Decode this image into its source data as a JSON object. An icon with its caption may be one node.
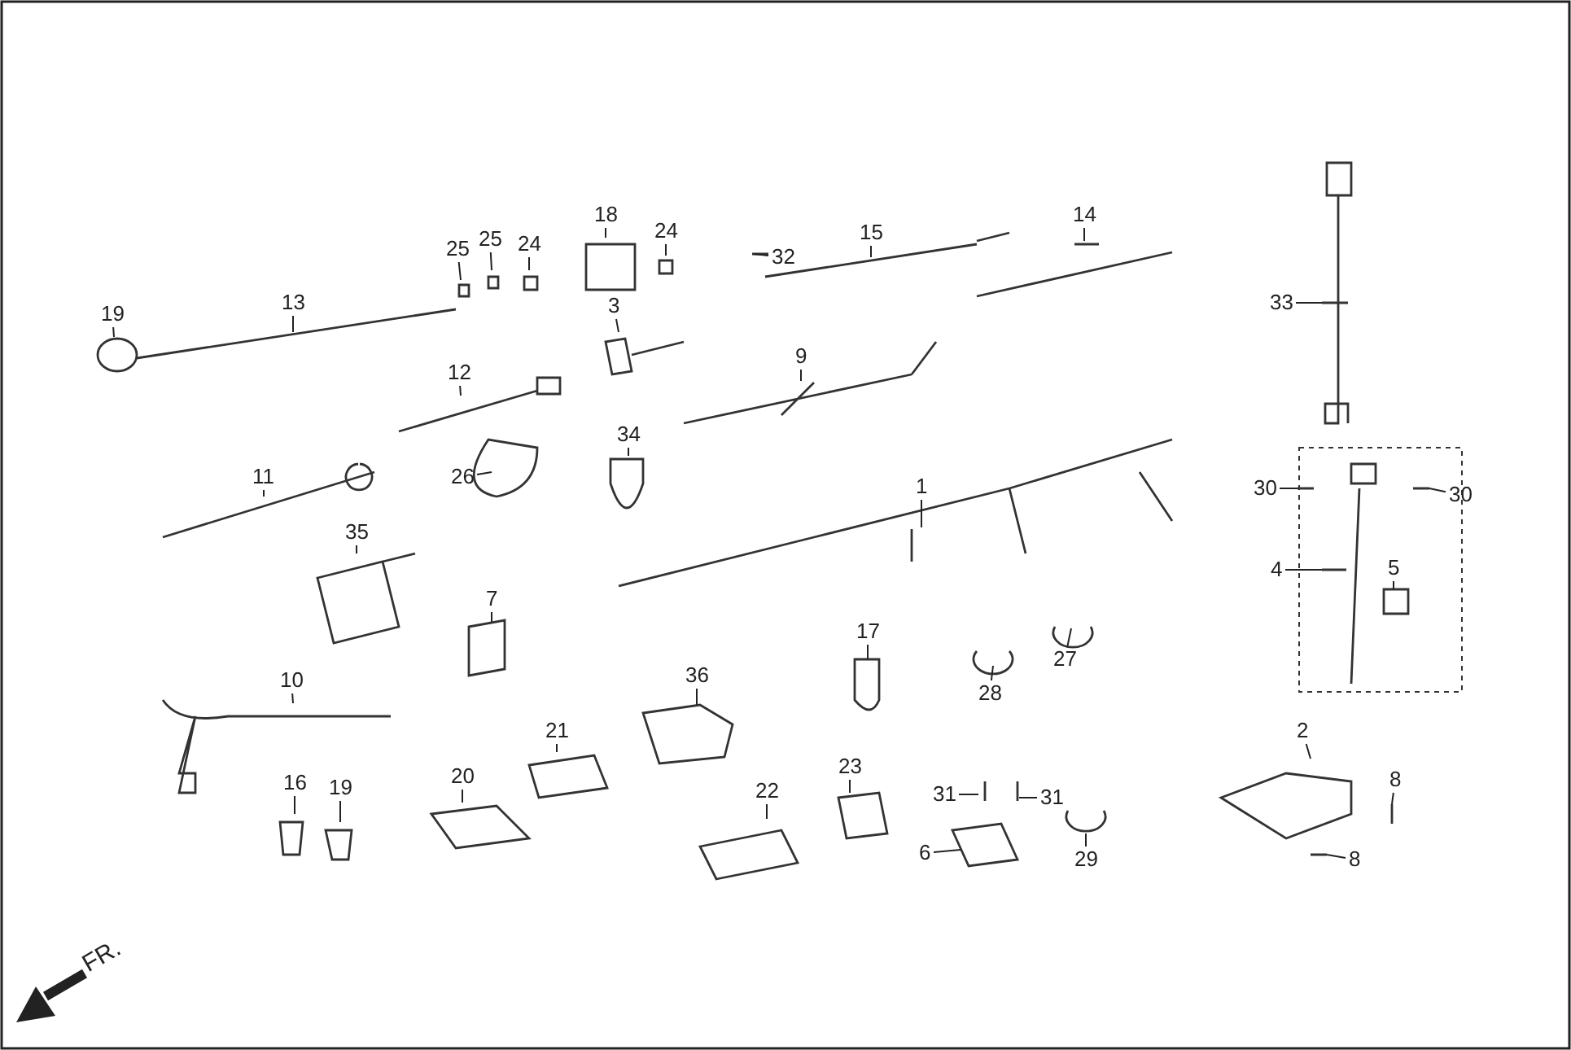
{
  "diagram": {
    "nodes": [
      {
        "text": [
          "19"
        ]
      },
      {
        "text": [
          "13"
        ]
      },
      {
        "text": [
          "25"
        ]
      },
      {
        "text": [
          "25"
        ]
      },
      {
        "text": [
          "24"
        ]
      },
      {
        "text": [
          "18"
        ]
      },
      {
        "text": [
          "24"
        ]
      },
      {
        "text": [
          "3"
        ]
      },
      {
        "text": [
          "32"
        ]
      },
      {
        "text": [
          "15"
        ]
      },
      {
        "text": [
          "14"
        ]
      },
      {
        "text": [
          "9"
        ]
      },
      {
        "text": [
          "12"
        ]
      },
      {
        "text": [
          "26"
        ]
      },
      {
        "text": [
          "34"
        ]
      },
      {
        "text": [
          "11"
        ]
      },
      {
        "text": [
          "35"
        ]
      },
      {
        "text": [
          "7"
        ]
      },
      {
        "text": [
          "1"
        ]
      },
      {
        "text": [
          "10"
        ]
      },
      {
        "text": [
          "16"
        ]
      },
      {
        "text": [
          "19"
        ]
      },
      {
        "text": [
          "20"
        ]
      },
      {
        "text": [
          "21"
        ]
      },
      {
        "text": [
          "36"
        ]
      },
      {
        "text": [
          "17"
        ]
      },
      {
        "text": [
          "28"
        ]
      },
      {
        "text": [
          "27"
        ]
      },
      {
        "text": [
          "22"
        ]
      },
      {
        "text": [
          "23"
        ]
      },
      {
        "text": [
          "31"
        ]
      },
      {
        "text": [
          "31"
        ]
      },
      {
        "text": [
          "6"
        ]
      },
      {
        "text": [
          "29"
        ]
      },
      {
        "text": [
          "33"
        ]
      },
      {
        "text": [
          "30"
        ]
      },
      {
        "text": [
          "30"
        ]
      },
      {
        "text": [
          "4"
        ]
      },
      {
        "text": [
          "5"
        ]
      },
      {
        "text": [
          "2"
        ]
      },
      {
        "text": [
          "8"
        ]
      },
      {
        "text": [
          "8"
        ]
      }
    ],
    "edges": [
      {
        "from": 0,
        "to": null,
        "arrow": "none"
      },
      {
        "from": 1,
        "to": null,
        "arrow": "none"
      },
      {
        "from": 2,
        "to": null,
        "arrow": "none"
      },
      {
        "from": 3,
        "to": null,
        "arrow": "none"
      },
      {
        "from": 4,
        "to": null,
        "arrow": "none"
      },
      {
        "from": 5,
        "to": null,
        "arrow": "none"
      },
      {
        "from": 6,
        "to": null,
        "arrow": "none"
      },
      {
        "from": 7,
        "to": null,
        "arrow": "none"
      },
      {
        "from": 8,
        "to": null,
        "arrow": "none"
      },
      {
        "from": 9,
        "to": null,
        "arrow": "none"
      },
      {
        "from": 10,
        "to": null,
        "arrow": "none"
      },
      {
        "from": 11,
        "to": null,
        "arrow": "none"
      },
      {
        "from": 12,
        "to": null,
        "arrow": "none"
      },
      {
        "from": 13,
        "to": null,
        "arrow": "none"
      },
      {
        "from": 14,
        "to": null,
        "arrow": "none"
      },
      {
        "from": 15,
        "to": null,
        "arrow": "none"
      },
      {
        "from": 16,
        "to": null,
        "arrow": "none"
      },
      {
        "from": 17,
        "to": null,
        "arrow": "none"
      },
      {
        "from": 18,
        "to": null,
        "arrow": "none"
      },
      {
        "from": 19,
        "to": null,
        "arrow": "none"
      },
      {
        "from": 20,
        "to": null,
        "arrow": "none"
      },
      {
        "from": 21,
        "to": null,
        "arrow": "none"
      },
      {
        "from": 22,
        "to": null,
        "arrow": "none"
      },
      {
        "from": 23,
        "to": null,
        "arrow": "none"
      },
      {
        "from": 24,
        "to": null,
        "arrow": "none"
      },
      {
        "from": 25,
        "to": null,
        "arrow": "none"
      },
      {
        "from": 26,
        "to": null,
        "arrow": "none"
      },
      {
        "from": 27,
        "to": null,
        "arrow": "none"
      },
      {
        "from": 28,
        "to": null,
        "arrow": "none"
      },
      {
        "from": 29,
        "to": null,
        "arrow": "none"
      },
      {
        "from": 30,
        "to": null,
        "arrow": "none"
      },
      {
        "from": 31,
        "to": null,
        "arrow": "none"
      },
      {
        "from": 32,
        "to": null,
        "arrow": "none"
      },
      {
        "from": 33,
        "to": null,
        "arrow": "none"
      },
      {
        "from": 34,
        "to": null,
        "arrow": "none"
      },
      {
        "from": 35,
        "to": null,
        "arrow": "none"
      },
      {
        "from": 36,
        "to": null,
        "arrow": "none"
      },
      {
        "from": 37,
        "to": null,
        "arrow": "none"
      },
      {
        "from": 38,
        "to": null,
        "arrow": "none"
      },
      {
        "from": 39,
        "to": null,
        "arrow": "none"
      },
      {
        "from": 40,
        "to": null,
        "arrow": "none"
      },
      {
        "from": 41,
        "to": null,
        "arrow": "none"
      }
    ],
    "labels": [
      "FR."
    ]
  }
}
